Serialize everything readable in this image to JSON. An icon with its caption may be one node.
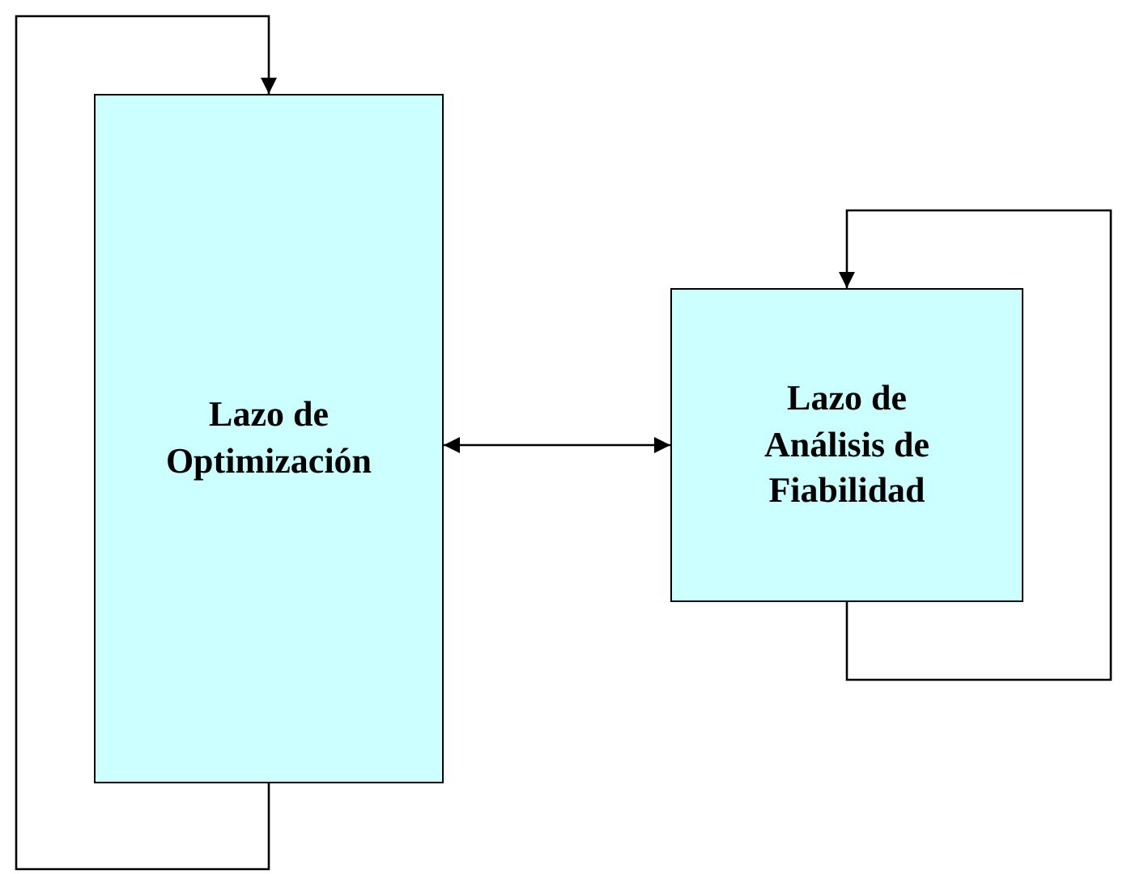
{
  "diagram": {
    "nodes": [
      {
        "text": [
          "Lazo de Optimización"
        ]
      },
      {
        "text": [
          "Lazo de Análisis de Fiabilidad"
        ]
      }
    ],
    "edges": [
      {
        "from": 0,
        "to": 0,
        "arrow": "to"
      },
      {
        "from": 0,
        "to": 1,
        "arrow": "both"
      },
      {
        "from": 1,
        "to": 1,
        "arrow": "to"
      }
    ]
  }
}
